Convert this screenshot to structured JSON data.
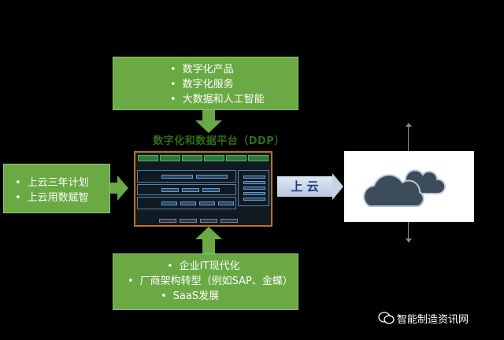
{
  "top_box": {
    "items": [
      "数字化产品",
      "数字化服务",
      "大数据和人工智能"
    ]
  },
  "left_box": {
    "items": [
      "上云三年计划",
      "上云用数赋智"
    ]
  },
  "bottom_box": {
    "items": [
      "企业IT现代化",
      "厂商架构转型（例如SAP、金蝶）",
      "SaaS发展"
    ]
  },
  "platform": {
    "title": "数字化和数据平台（DDP）"
  },
  "cloud_button": {
    "label": "上 云"
  },
  "watermark": {
    "text": "智能制造资讯网",
    "icon": "wechat-icon"
  },
  "colors": {
    "green": "#6aa943",
    "platform_border": "#c07020",
    "cloud": "#3d4c5a",
    "button_text": "#1f3a7a"
  }
}
